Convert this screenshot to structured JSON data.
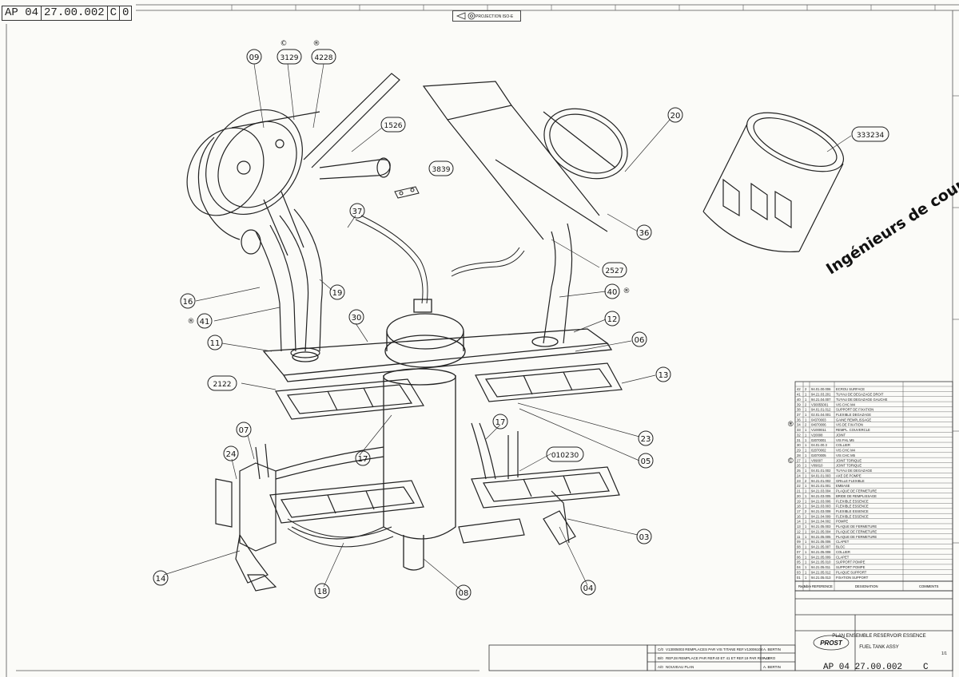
{
  "doc_ref": {
    "prefix": "AP 04",
    "number": "27.00.002",
    "index_a": "C",
    "index_b": "0"
  },
  "projection_label": "PROJECTION ISO-E",
  "stamp": "Ingénieurs de course",
  "symbols": {
    "c": "©",
    "b": "®"
  },
  "balloons": [
    {
      "id": "b09",
      "text": "09"
    },
    {
      "id": "b3129",
      "text": "3129"
    },
    {
      "id": "b4228",
      "text": "4228"
    },
    {
      "id": "b1526",
      "text": "1526"
    },
    {
      "id": "b3839",
      "text": "3839"
    },
    {
      "id": "b37",
      "text": "37"
    },
    {
      "id": "b20",
      "text": "20"
    },
    {
      "id": "b333234",
      "text": "333234"
    },
    {
      "id": "b36",
      "text": "36"
    },
    {
      "id": "b2527",
      "text": "2527"
    },
    {
      "id": "b40",
      "text": "40"
    },
    {
      "id": "b16",
      "text": "16"
    },
    {
      "id": "b19",
      "text": "19"
    },
    {
      "id": "b41",
      "text": "41"
    },
    {
      "id": "b30",
      "text": "30"
    },
    {
      "id": "b12",
      "text": "12"
    },
    {
      "id": "b11",
      "text": "11"
    },
    {
      "id": "b06",
      "text": "06"
    },
    {
      "id": "b2122",
      "text": "2122"
    },
    {
      "id": "b13",
      "text": "13"
    },
    {
      "id": "b07",
      "text": "07"
    },
    {
      "id": "b17a",
      "text": "17"
    },
    {
      "id": "b17b",
      "text": "17"
    },
    {
      "id": "b23",
      "text": "23"
    },
    {
      "id": "b24",
      "text": "24"
    },
    {
      "id": "b010230",
      "text": "010230"
    },
    {
      "id": "b05",
      "text": "05"
    },
    {
      "id": "b03",
      "text": "03"
    },
    {
      "id": "b14",
      "text": "14"
    },
    {
      "id": "b18",
      "text": "18"
    },
    {
      "id": "b08",
      "text": "08"
    },
    {
      "id": "b04",
      "text": "04"
    }
  ],
  "parts_list": [
    {
      "rep": "42",
      "qty": "2",
      "ref": "94.01.00.006",
      "desig": "ECROU SURFACE"
    },
    {
      "rep": "41",
      "qty": "1",
      "ref": "94.21.03.201",
      "desig": "TUYAU DE DEGAZAGE DROIT"
    },
    {
      "rep": "40",
      "qty": "1",
      "ref": "94.21.04.007",
      "desig": "TUYAU DE DEGAZAGE GAUCHE"
    },
    {
      "rep": "39",
      "qty": "2",
      "ref": "V30055001",
      "desig": "VIS CHC M4"
    },
    {
      "rep": "38",
      "qty": "1",
      "ref": "94.01.01.012",
      "desig": "SUPPORT DE FIXATION"
    },
    {
      "rep": "37",
      "qty": "1",
      "ref": "02.01.04.001",
      "desig": "FLEXIBLE DEGAZAGE"
    },
    {
      "rep": "36",
      "qty": "1",
      "ref": "04370003",
      "desig": "GAINE REMPLISSAGE"
    },
    {
      "rep": "34",
      "qty": "2",
      "ref": "04070006",
      "desig": "VIS DE FIXATION"
    },
    {
      "rep": "33",
      "qty": "1",
      "ref": "V1000011",
      "desig": "REMPL. COUVERCLE"
    },
    {
      "rep": "32",
      "qty": "1",
      "ref": "V20008",
      "desig": "JOINT"
    },
    {
      "rep": "31",
      "qty": "1",
      "ref": "02070001",
      "desig": "VIS FHL M5"
    },
    {
      "rep": "30",
      "qty": "1",
      "ref": "04.01.00.3",
      "desig": "COLLIER"
    },
    {
      "rep": "29",
      "qty": "1",
      "ref": "02070002",
      "desig": "VIS CHC M4"
    },
    {
      "rep": "28",
      "qty": "1",
      "ref": "02070005",
      "desig": "VIS CHC M5"
    },
    {
      "rep": "27",
      "qty": "1",
      "ref": "V09007",
      "desig": "JOINT TORIQUE"
    },
    {
      "rep": "26",
      "qty": "1",
      "ref": "V09010",
      "desig": "JOINT TORIQUE"
    },
    {
      "rep": "25",
      "qty": "1",
      "ref": "04.01.01.002",
      "desig": "TUYAU DE DEGAZAGE"
    },
    {
      "rep": "24",
      "qty": "1",
      "ref": "94.01.01.003",
      "desig": "AXE DE POMPE"
    },
    {
      "rep": "23",
      "qty": "2",
      "ref": "94.21.01.002",
      "desig": "GRILLE FLEXIBLE"
    },
    {
      "rep": "22",
      "qty": "1",
      "ref": "94.21.01.001",
      "desig": "EMBASE"
    },
    {
      "rep": "21",
      "qty": "1",
      "ref": "94.21.03.004",
      "desig": "PLAQUE DE FERMETURE"
    },
    {
      "rep": "20",
      "qty": "1",
      "ref": "94.21.03.005",
      "desig": "BRIDE DE REMPLISSAGE"
    },
    {
      "rep": "19",
      "qty": "1",
      "ref": "94.21.03.006",
      "desig": "FLEXIBLE ESSENCE"
    },
    {
      "rep": "18",
      "qty": "1",
      "ref": "94.21.03.003",
      "desig": "FLEXIBLE ESSENCE"
    },
    {
      "rep": "17",
      "qty": "2",
      "ref": "94.21.03.008",
      "desig": "FLEXIBLE ESSENCE"
    },
    {
      "rep": "16",
      "qty": "1",
      "ref": "94.21.04.009",
      "desig": "FLEXIBLE ESSENCE"
    },
    {
      "rep": "14",
      "qty": "1",
      "ref": "94.21.04.002",
      "desig": "POMPE"
    },
    {
      "rep": "13",
      "qty": "1",
      "ref": "94.21.05.003",
      "desig": "PLAQUE DE FERMETURE"
    },
    {
      "rep": "12",
      "qty": "1",
      "ref": "94.21.05.004",
      "desig": "PLAQUE DE FERMETURE"
    },
    {
      "rep": "11",
      "qty": "1",
      "ref": "94.21.05.005",
      "desig": "PLAQUE DE FERMETURE"
    },
    {
      "rep": "09",
      "qty": "1",
      "ref": "94.21.05.006",
      "desig": "CLAPET"
    },
    {
      "rep": "08",
      "qty": "1",
      "ref": "94.21.05.007",
      "desig": "BLOC"
    },
    {
      "rep": "07",
      "qty": "1",
      "ref": "94.21.05.008",
      "desig": "COLLIER"
    },
    {
      "rep": "06",
      "qty": "1",
      "ref": "94.21.05.009",
      "desig": "CLAPET"
    },
    {
      "rep": "05",
      "qty": "1",
      "ref": "94.21.05.010",
      "desig": "SUPPORT POMPE"
    },
    {
      "rep": "04",
      "qty": "1",
      "ref": "94.21.05.011",
      "desig": "SUPPORT POMPE"
    },
    {
      "rep": "03",
      "qty": "1",
      "ref": "94.21.05.012",
      "desig": "PLAQUE SUPPORT"
    },
    {
      "rep": "01",
      "qty": "1",
      "ref": "94.21.05.013",
      "desig": "FIXATION SUPPORT"
    }
  ],
  "parts_header": {
    "rep": "Rep.",
    "qty": "Nbre",
    "ref": "REFERENCE",
    "desig": "DESIGNATION",
    "comments": "COMMENTS"
  },
  "title_block": {
    "title_fr": "PLAN ENSEMBLE RESERVOIR ESSENCE",
    "title_en": "FUEL TANK ASSY",
    "maker": "PROST",
    "ref": "AP 04 27.00.002",
    "index": "C",
    "sheet": "1/1",
    "revisions": [
      {
        "idx": "C/0",
        "text": "V13005003 REMPLACES PAR VIS TITANE REF.V13006104",
        "by": "A. BERTIN"
      },
      {
        "idx": "B/0",
        "text": "REP.28 REMPLACE PAR REP.40 ET 41 ET REF.19 PAR REP.42",
        "by": "A. BRO"
      },
      {
        "idx": "A/0",
        "text": "NOUVEAU PLAN",
        "by": "A. BERTIN"
      }
    ]
  }
}
